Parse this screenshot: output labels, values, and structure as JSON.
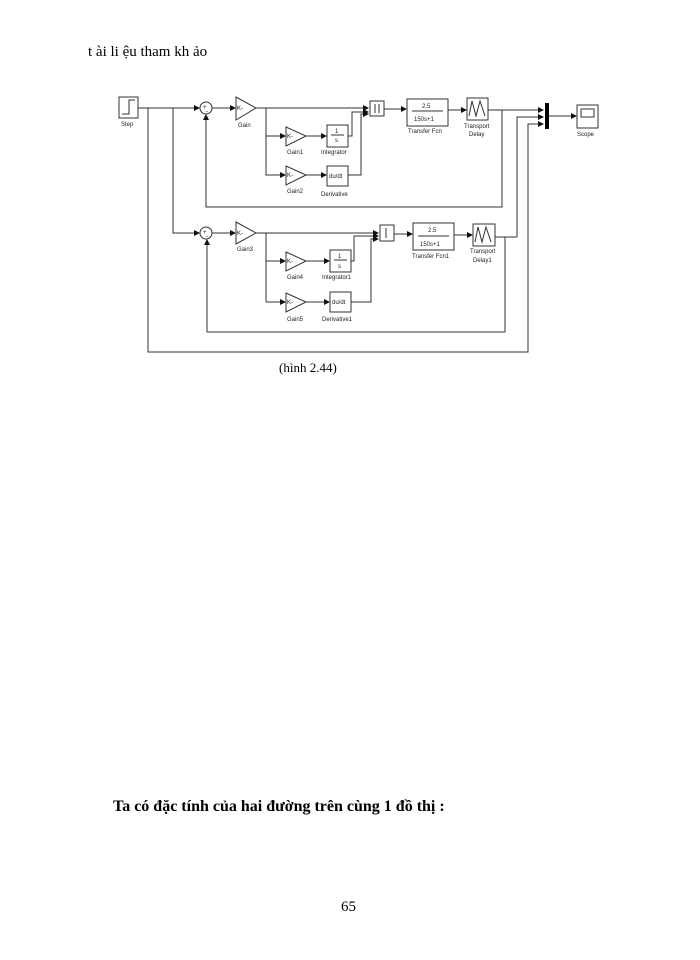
{
  "header_text": "t ài li ệu tham kh ảo",
  "diagram": {
    "blocks": {
      "step": "Step",
      "gain": "Gain",
      "gain1": "Gain1",
      "gain2": "Gain2",
      "gain3": "Gain3",
      "gain4": "Gain4",
      "gain5": "Gain5",
      "gain_symbol": "K-",
      "integrator": "Integrator",
      "integrator1": "Integrator1",
      "integrator_num": "1",
      "integrator_den": "s",
      "derivative": "Derivative",
      "derivative1": "Derivative1",
      "derivative_symbol": "du/dt",
      "tf": "Transfer Fcn",
      "tf1": "Transfer Fcn1",
      "tf_num": "2.5",
      "tf_den": "150s+1",
      "delay_a": "Transport",
      "delay_b": "Delay",
      "delay1_b": "Delay1",
      "scope": "Scope",
      "sum_plus": "+",
      "sum_minus": "-"
    }
  },
  "caption": "(hình  2.44)",
  "sentence": "Ta có đặc tính của hai  đường trên cùng 1 đồ thị :",
  "page_number": "65"
}
